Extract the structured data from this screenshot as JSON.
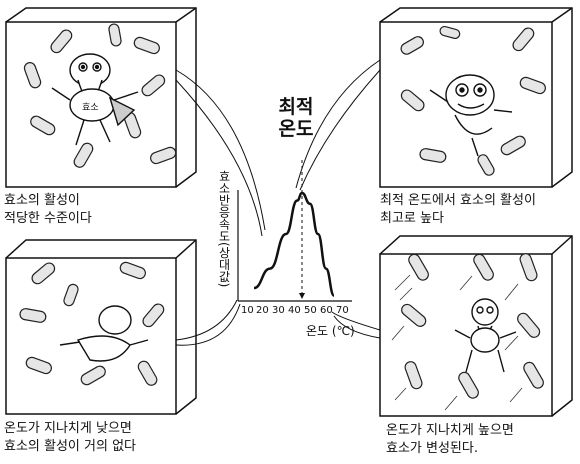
{
  "title": {
    "line1": "최적",
    "line2": "온도"
  },
  "y_axis_label": "효소반응속도(상대값)",
  "x_axis_label": "온도 (℃)",
  "x_ticks": [
    "10",
    "20",
    "30",
    "40",
    "50",
    "60",
    "70"
  ],
  "panels": {
    "top_left": {
      "line1": "효소의 활성이",
      "line2": "적당한 수준이다"
    },
    "top_right": {
      "line1": "최적 온도에서 효소의 활성이",
      "line2": "최고로 높다"
    },
    "bottom_left": {
      "line1": "온도가 지나치게 낮으면",
      "line2": "효소의 활성이 거의 없다"
    },
    "bottom_right": {
      "line1": "온도가 지나치게 높으면",
      "line2": "효소가 변성된다."
    }
  },
  "enzyme_badge": "효소",
  "curve": {
    "points": [
      [
        10,
        0.12
      ],
      [
        20,
        0.3
      ],
      [
        30,
        0.62
      ],
      [
        37,
        0.93
      ],
      [
        40,
        1.0
      ],
      [
        45,
        0.9
      ],
      [
        50,
        0.62
      ],
      [
        55,
        0.3
      ],
      [
        60,
        0.05
      ]
    ],
    "peak_x": 40
  }
}
